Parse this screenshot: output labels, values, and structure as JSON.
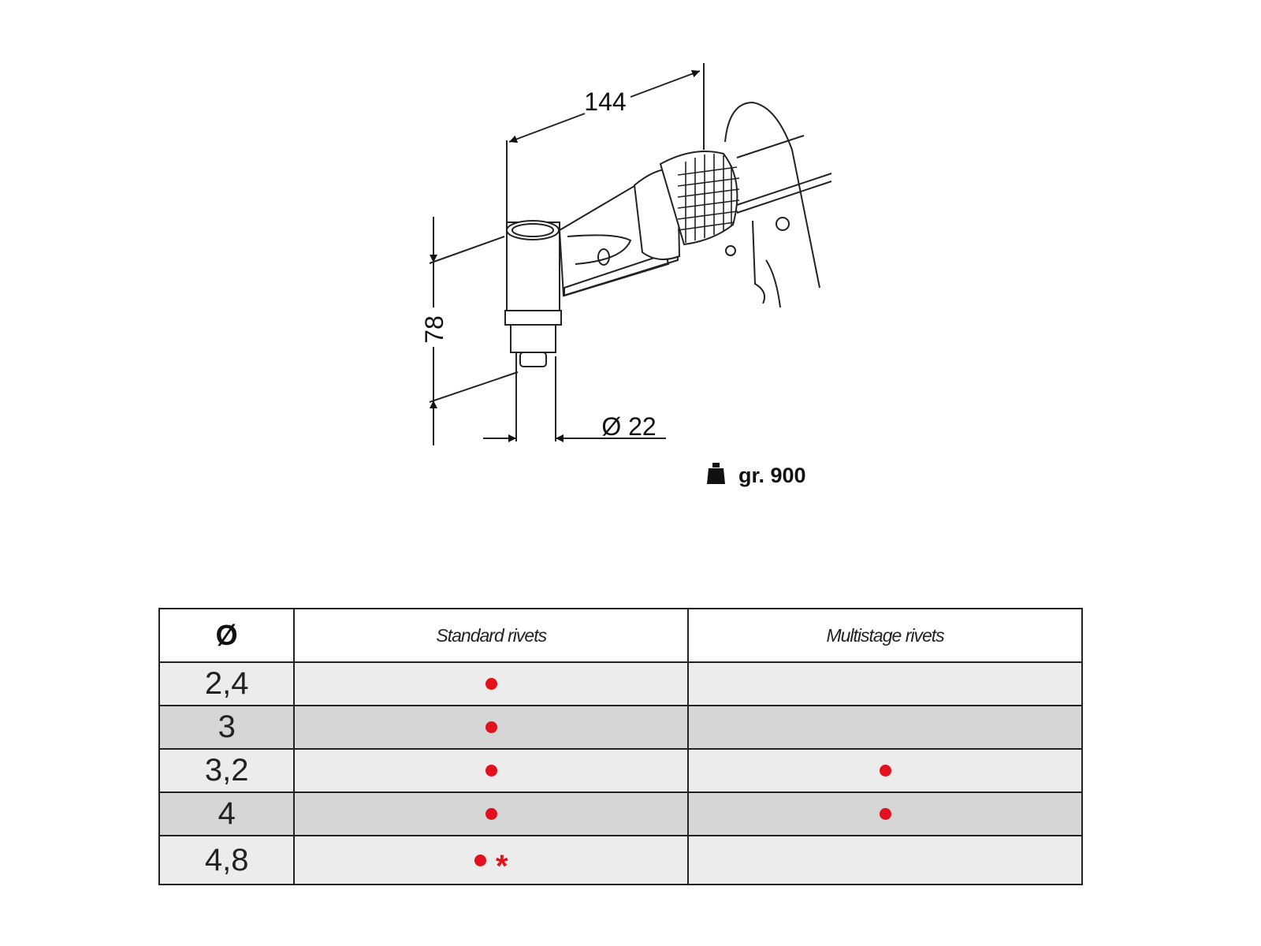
{
  "drawing": {
    "length_label": "144",
    "height_label": "78",
    "diameter_label": "Ø 22",
    "weight_icon": "weight-icon",
    "weight_label": "gr. 900"
  },
  "table": {
    "headers": [
      "Ø",
      "Standard rivets",
      "Multistage rivets"
    ],
    "rows": [
      {
        "diameter": "2,4",
        "standard": true,
        "multistage": false,
        "note": ""
      },
      {
        "diameter": "3",
        "standard": true,
        "multistage": false,
        "note": ""
      },
      {
        "diameter": "3,2",
        "standard": true,
        "multistage": true,
        "note": ""
      },
      {
        "diameter": "4",
        "standard": true,
        "multistage": true,
        "note": ""
      },
      {
        "diameter": "4,8",
        "standard": true,
        "multistage": false,
        "note": "*"
      }
    ]
  },
  "colors": {
    "dot": "#e3101e"
  }
}
